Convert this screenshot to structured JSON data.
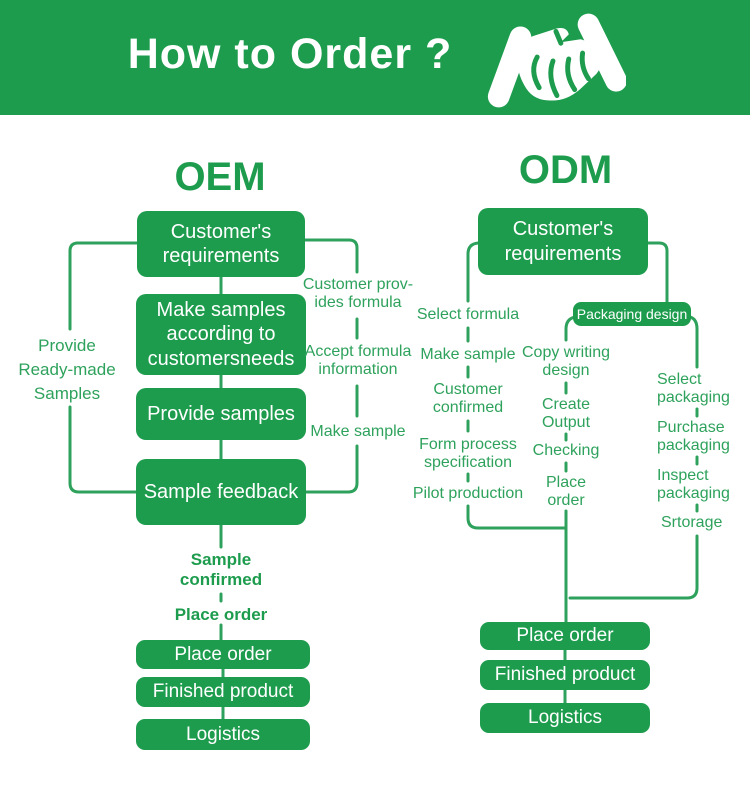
{
  "header": {
    "title": "How to Order ?",
    "icon": "handshake-icon"
  },
  "colors": {
    "banner_green": "#1e9c4e",
    "box_green": "#1e9c4e",
    "line_green": "#2ea25c",
    "box_text": "#ffffff"
  },
  "oem": {
    "title": "OEM",
    "flow_boxes": [
      "Customer's\nrequirements",
      "Make samples\naccording to\ncustomersneeds",
      "Provide samples",
      "Sample feedback"
    ],
    "left_branch_label": "Provide\nReady-made\nSamples",
    "right_branch_labels": [
      "Customer prov-\nides formula",
      "Accept formula\ninformation",
      "Make sample"
    ],
    "confirm_label": "Sample\nconfirmed",
    "place_order_label": "Place order",
    "bottom_boxes": [
      "Place order",
      "Finished product",
      "Logistics"
    ]
  },
  "odm": {
    "title": "ODM",
    "top_box": "Customer's\nrequirements",
    "packaging_box": "Packaging design",
    "formula_column": [
      "Select formula",
      "Make sample",
      "Customer\nconfirmed",
      "Form process\nspecification",
      "Pilot production"
    ],
    "design_column": [
      "Copy writing\ndesign",
      "Create\nOutput",
      "Checking",
      "Place\norder"
    ],
    "packaging_column": [
      "Select\npackaging",
      "Purchase\npackaging",
      "Inspect\npackaging",
      "Srtorage"
    ],
    "bottom_boxes": [
      "Place order",
      "Finished product",
      "Logistics"
    ]
  }
}
